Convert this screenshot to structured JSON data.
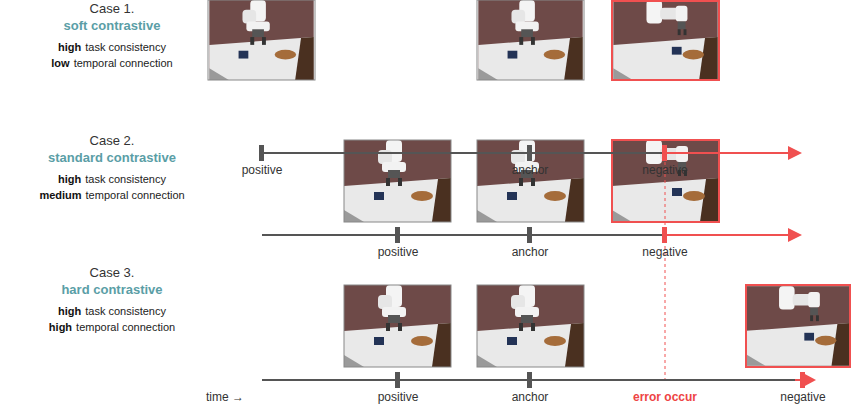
{
  "diagram": {
    "labels": [
      "Case 1.",
      "soft contrastive",
      "high",
      "task consistency",
      "low",
      "temporal connection",
      "positive",
      "anchor",
      "negative",
      "Case 2.",
      "standard contrastive",
      "high",
      "task consistency",
      "medium",
      "temporal connection",
      "positive",
      "anchor",
      "negative",
      "Case 3.",
      "hard contrastive",
      "high",
      "task consistency",
      "high",
      "temporal connection",
      "time →",
      "positive",
      "anchor",
      "error occur",
      "negative"
    ]
  }
}
